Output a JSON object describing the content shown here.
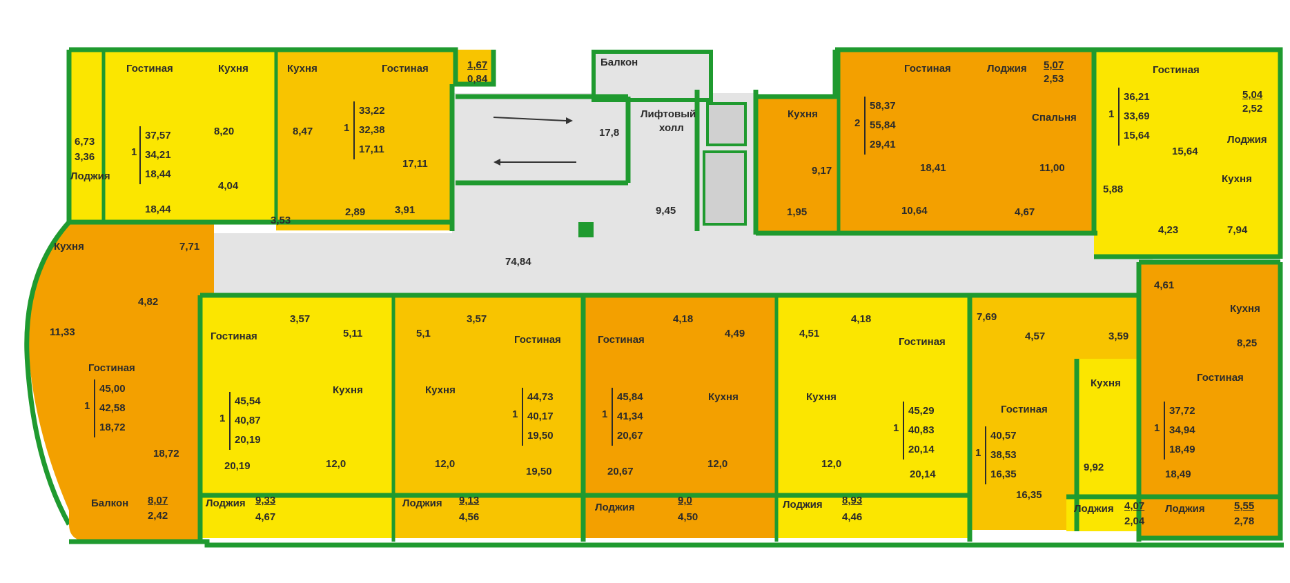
{
  "colors": {
    "wall": "#1f9a2f",
    "yellow": "#fbe600",
    "yellow_orange": "#f8c400",
    "orange": "#f3a000",
    "corridor": "#e4e4e4",
    "balcony": "#fbe600"
  },
  "common": {
    "balcony": "Балкон",
    "stair_area": "17,8",
    "lift_hall_line1": "Лифтовый",
    "lift_hall_line2": "холл",
    "lift_area": "9,45",
    "corridor_area": "74,84"
  },
  "labels": {
    "living": "Гостиная",
    "kitchen": "Кухня",
    "bedroom": "Спальня",
    "loggia": "Лоджия",
    "balcony": "Балкон"
  },
  "apartments": [
    {
      "id": "a1",
      "rooms": "1",
      "areas": [
        "37,57",
        "34,21",
        "18,44"
      ]
    },
    {
      "id": "a2",
      "rooms": "1",
      "areas": [
        "33,22",
        "32,38",
        "17,11"
      ]
    },
    {
      "id": "a3",
      "rooms": "2",
      "areas": [
        "58,37",
        "55,84",
        "29,41"
      ]
    },
    {
      "id": "a4",
      "rooms": "1",
      "areas": [
        "36,21",
        "33,69",
        "15,64"
      ]
    },
    {
      "id": "a5",
      "rooms": "1",
      "areas": [
        "45,00",
        "42,58",
        "18,72"
      ]
    },
    {
      "id": "a6",
      "rooms": "1",
      "areas": [
        "45,54",
        "40,87",
        "20,19"
      ]
    },
    {
      "id": "a7",
      "rooms": "1",
      "areas": [
        "44,73",
        "40,17",
        "19,50"
      ]
    },
    {
      "id": "a8",
      "rooms": "1",
      "areas": [
        "45,84",
        "41,34",
        "20,67"
      ]
    },
    {
      "id": "a9",
      "rooms": "1",
      "areas": [
        "45,29",
        "40,83",
        "20,14"
      ]
    },
    {
      "id": "a10",
      "rooms": "1",
      "areas": [
        "40,57",
        "38,53",
        "16,35"
      ]
    },
    {
      "id": "a11",
      "rooms": "1",
      "areas": [
        "37,72",
        "34,94",
        "18,49"
      ]
    }
  ],
  "room_values": {
    "a1_loggia_top": "6,73",
    "a1_loggia_bot": "3,36",
    "a1_kitchen": "8,20",
    "a1_bath": "4,04",
    "a1_wc": "3,53",
    "a1_living": "18,44",
    "a2_kitchen": "8,47",
    "a2_loggia_top": "1,67",
    "a2_loggia_bot": "0,84",
    "a2_living": "17,11",
    "a2_hall": "2,89",
    "a2_bath": "3,91",
    "a3_kitchen": "9,17",
    "a3_wc": "1,95",
    "a3_living": "18,41",
    "a3_hall": "10,64",
    "a3_loggia_top": "5,07",
    "a3_loggia_bot": "2,53",
    "a3_bedroom": "11,00",
    "a3_bath": "4,67",
    "a4_loggia_top": "5,04",
    "a4_loggia_bot": "2,52",
    "a4_living": "15,64",
    "a4_hall": "5,88",
    "a4_bath": "4,23",
    "a4_kitchen": "7,94",
    "a5_hall": "7,71",
    "a5_kitchen": "11,33",
    "a5_bath": "4,82",
    "a5_living": "18,72",
    "a5_balcony_top": "8,07",
    "a5_balcony_bot": "2,42",
    "a6_hall": "3,57",
    "a6_bath": "5,11",
    "a6_kitchen": "12,0",
    "a6_living": "20,19",
    "a6_loggia_top": "9,33",
    "a6_loggia_bot": "4,67",
    "a7_bath": "5,1",
    "a7_hall": "3,57",
    "a7_kitchen": "12,0",
    "a7_living": "19,50",
    "a7_loggia_top": "9,13",
    "a7_loggia_bot": "4,56",
    "a8_hall": "4,18",
    "a8_bath": "4,49",
    "a8_kitchen": "12,0",
    "a8_living": "20,67",
    "a8_loggia_top": "9,0",
    "a8_loggia_bot": "4,50",
    "a9_bath": "4,51",
    "a9_hall": "4,18",
    "a9_kitchen": "12,0",
    "a9_living": "20,14",
    "a9_loggia_top": "8,93",
    "a9_loggia_bot": "4,46",
    "a10_hall": "7,69",
    "a10_bath": "4,57",
    "a10_living": "16,35",
    "a11_bath": "3,59",
    "a11_hall": "4,61",
    "a11_kitchen": "8,25",
    "a11_living": "18,49",
    "a11_kitchen_b": "9,92",
    "a11_loggia_top": "4,07",
    "a11_loggia_bot": "2,04",
    "a12_loggia_top": "5,55",
    "a12_loggia_bot": "2,78"
  }
}
